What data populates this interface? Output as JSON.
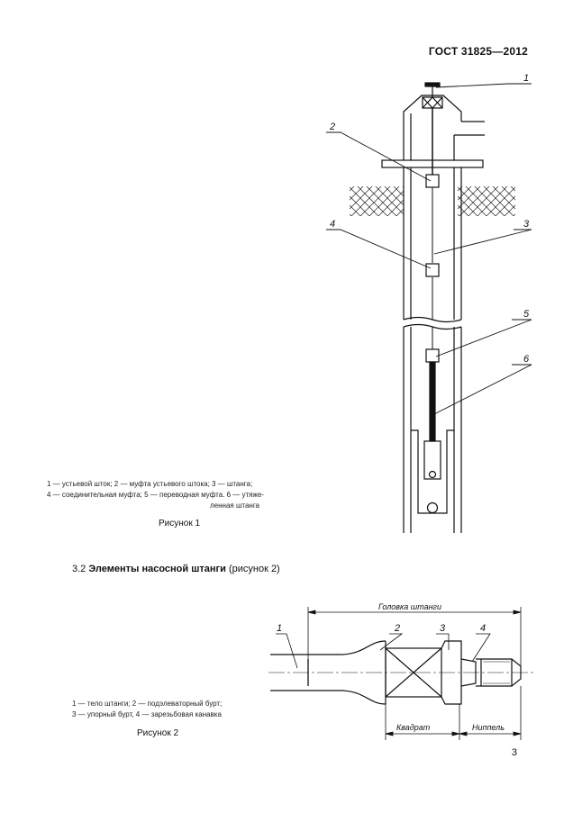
{
  "header": {
    "standard": "ГОСТ 31825—2012"
  },
  "figure1": {
    "callouts": [
      "1",
      "2",
      "3",
      "4",
      "5",
      "6"
    ],
    "legend_lines": [
      "1 — устьевой шток;  2 — муфта   устьевого штока;  3 — штанга;",
      "4 — соединительная  муфта;  5 — переводная муфта.  6 — утяже-",
      "ленная штанга"
    ],
    "caption": "Рисунок 1"
  },
  "section": {
    "number": "3.2",
    "title": "Элементы насосной штанги",
    "ref": "(рисунок 2)"
  },
  "figure2": {
    "callouts": [
      "1",
      "2",
      "3",
      "4"
    ],
    "dim_head": "Головка штанги",
    "dim_square": "Квадрат",
    "dim_nipple": "Ниппель",
    "legend_lines": [
      "1 — тело штанги;  2 — подэлеваторный бурт;",
      "3 — упорный бурт, 4 — зарезьбовая канавка"
    ],
    "caption": "Рисунок 2"
  },
  "page": {
    "number": "3"
  }
}
